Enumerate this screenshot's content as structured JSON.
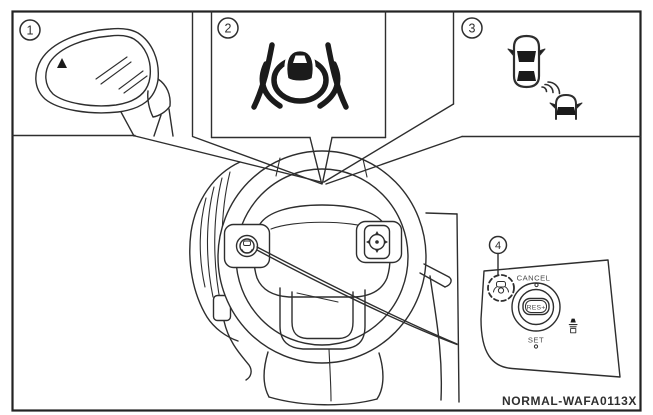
{
  "diagram": {
    "code_label": "NORMAL-WAFA0113X",
    "callouts": [
      "1",
      "2",
      "3",
      "4"
    ],
    "switch_panel": {
      "cancel_label": "CANCEL",
      "res_label": "RES+",
      "set_label": "SET"
    },
    "icons": {
      "mirror_indicator": "blind-spot-indicator-triangle-icon",
      "display_indicator": "propilot-lane-radar-icon",
      "blind_spot": "two-cars-radar-warning-icon",
      "steering_switch": "propilot-assist-switch-icon",
      "distance_switch": "distance-switch-icon",
      "four_way": "four-way-control-icon"
    },
    "colors": {
      "line": "#2e2e2e",
      "icon_fill": "#1b1b1b",
      "background": "#ffffff"
    }
  }
}
